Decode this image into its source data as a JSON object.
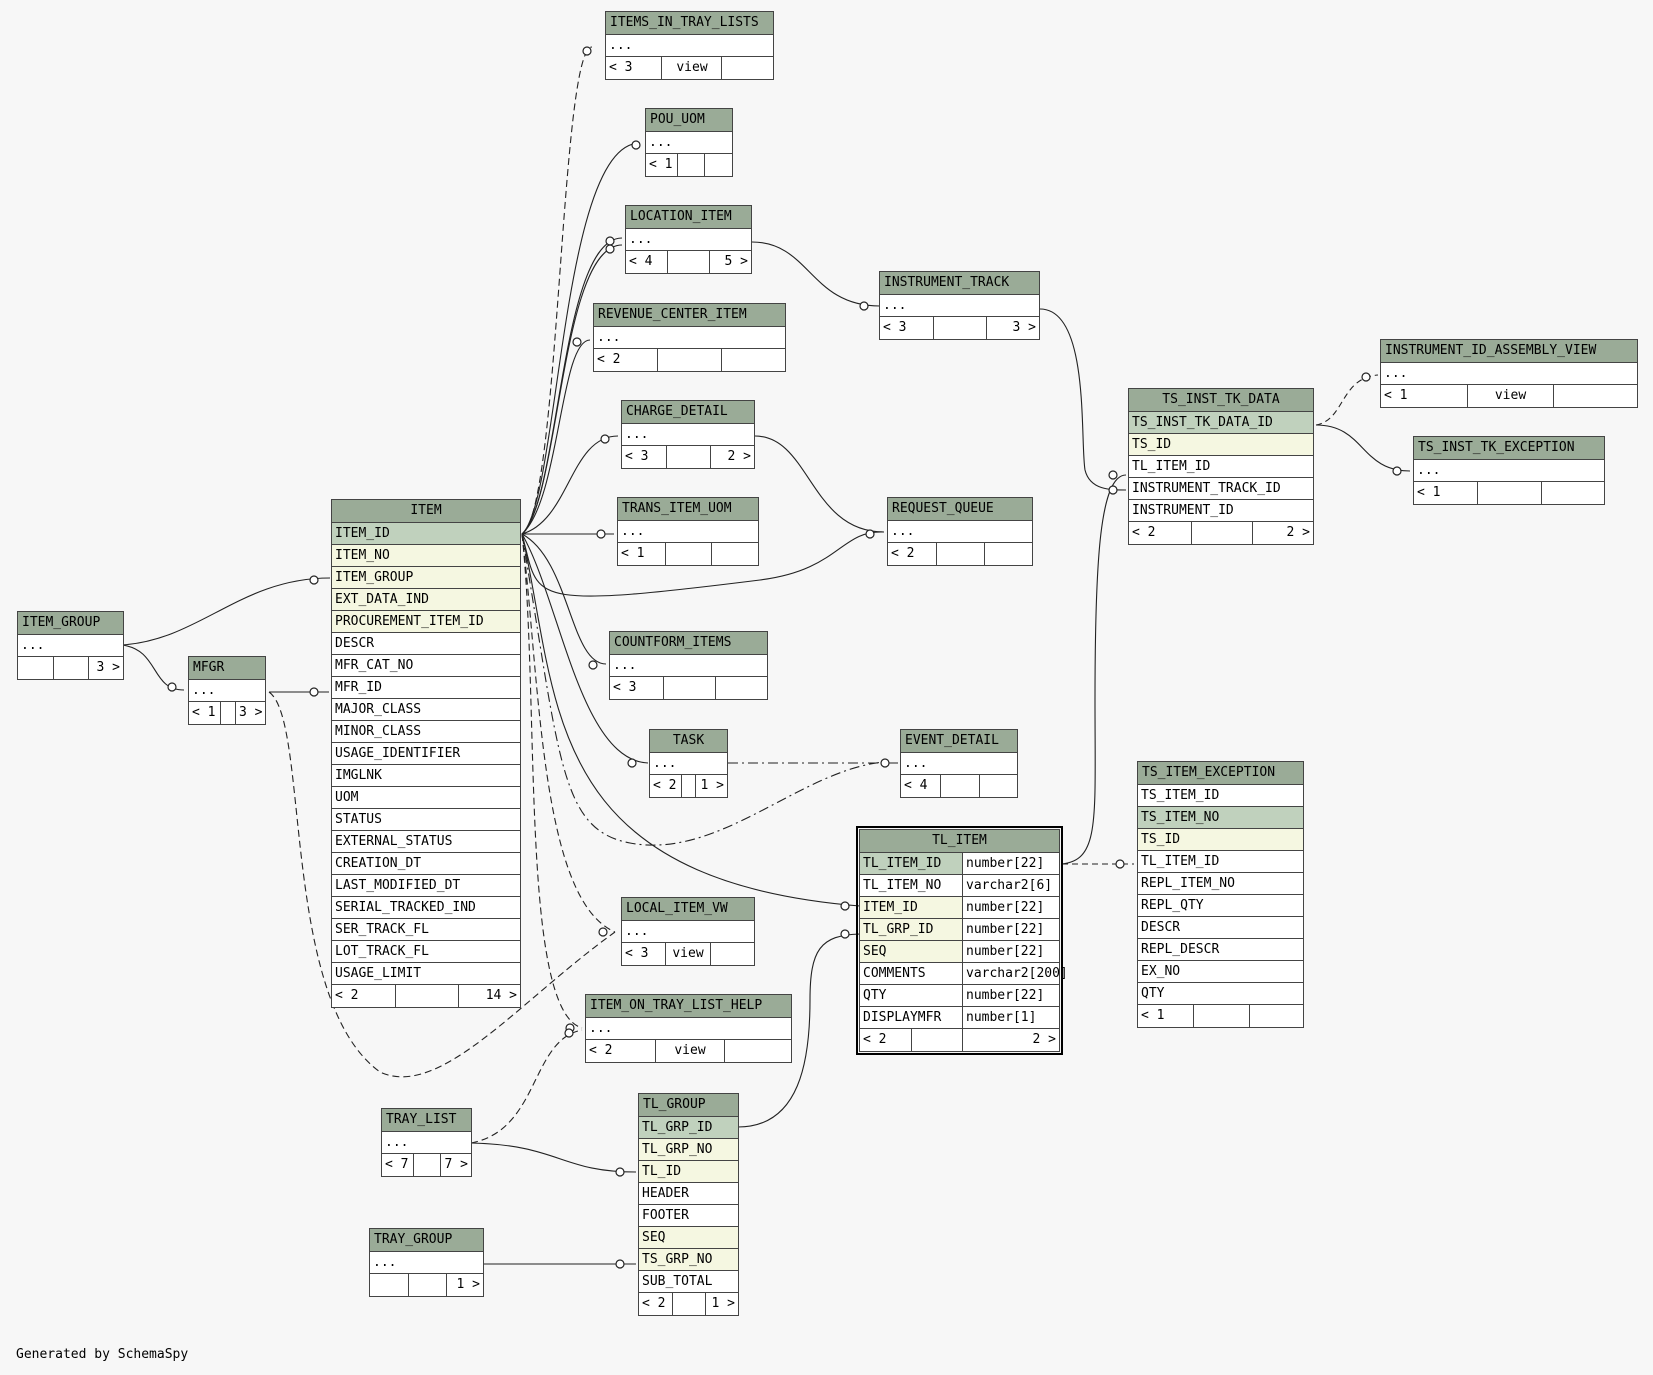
{
  "credit": "Generated by SchemaSpy",
  "tables": {
    "items_in_tray_lists": {
      "name": "ITEMS_IN_TRAY_LISTS",
      "rows": [
        "..."
      ],
      "foot": [
        "< 3",
        "view",
        ""
      ]
    },
    "pou_uom": {
      "name": "POU_UOM",
      "rows": [
        "..."
      ],
      "foot": [
        "< 1",
        "",
        ""
      ]
    },
    "location_item": {
      "name": "LOCATION_ITEM",
      "rows": [
        "..."
      ],
      "foot": [
        "< 4",
        "",
        "5 >"
      ]
    },
    "revenue_center_item": {
      "name": "REVENUE_CENTER_ITEM",
      "rows": [
        "..."
      ],
      "foot": [
        "< 2",
        "",
        ""
      ]
    },
    "charge_detail": {
      "name": "CHARGE_DETAIL",
      "rows": [
        "..."
      ],
      "foot": [
        "< 3",
        "",
        "2 >"
      ]
    },
    "trans_item_uom": {
      "name": "TRANS_ITEM_UOM",
      "rows": [
        "..."
      ],
      "foot": [
        "< 1",
        "",
        ""
      ]
    },
    "countform_items": {
      "name": "COUNTFORM_ITEMS",
      "rows": [
        "..."
      ],
      "foot": [
        "< 3",
        "",
        ""
      ]
    },
    "task": {
      "name": "TASK",
      "rows": [
        "..."
      ],
      "foot": [
        "< 2",
        "",
        "1 >"
      ]
    },
    "local_item_vw": {
      "name": "LOCAL_ITEM_VW",
      "rows": [
        "..."
      ],
      "foot": [
        "< 3",
        "view",
        ""
      ]
    },
    "item_on_tray_list_help": {
      "name": "ITEM_ON_TRAY_LIST_HELP",
      "rows": [
        "..."
      ],
      "foot": [
        "< 2",
        "view",
        ""
      ]
    },
    "instrument_track": {
      "name": "INSTRUMENT_TRACK",
      "rows": [
        "..."
      ],
      "foot": [
        "< 3",
        "",
        "3 >"
      ]
    },
    "request_queue": {
      "name": "REQUEST_QUEUE",
      "rows": [
        "..."
      ],
      "foot": [
        "< 2",
        "",
        ""
      ]
    },
    "event_detail": {
      "name": "EVENT_DETAIL",
      "rows": [
        "..."
      ],
      "foot": [
        "< 4",
        "",
        ""
      ]
    },
    "item_group": {
      "name": "ITEM_GROUP",
      "rows": [
        "..."
      ],
      "foot": [
        "",
        "",
        "3 >"
      ]
    },
    "mfgr": {
      "name": "MFGR",
      "rows": [
        "..."
      ],
      "foot": [
        "< 1",
        "",
        "3 >"
      ]
    },
    "tray_list": {
      "name": "TRAY_LIST",
      "rows": [
        "..."
      ],
      "foot": [
        "< 7",
        "",
        "7 >"
      ]
    },
    "tray_group": {
      "name": "TRAY_GROUP",
      "rows": [
        "..."
      ],
      "foot": [
        "",
        "",
        "1 >"
      ]
    },
    "instrument_id_assembly_view": {
      "name": "INSTRUMENT_ID_ASSEMBLY_VIEW",
      "rows": [
        "..."
      ],
      "foot": [
        "< 1",
        "view",
        ""
      ]
    },
    "ts_inst_tk_exception": {
      "name": "TS_INST_TK_EXCEPTION",
      "rows": [
        "..."
      ],
      "foot": [
        "< 1",
        "",
        ""
      ]
    },
    "item": {
      "name": "ITEM",
      "rows": [
        "ITEM_ID",
        "ITEM_NO",
        "ITEM_GROUP",
        "EXT_DATA_IND",
        "PROCUREMENT_ITEM_ID",
        "DESCR",
        "MFR_CAT_NO",
        "MFR_ID",
        "MAJOR_CLASS",
        "MINOR_CLASS",
        "USAGE_IDENTIFIER",
        "IMGLNK",
        "UOM",
        "STATUS",
        "EXTERNAL_STATUS",
        "CREATION_DT",
        "LAST_MODIFIED_DT",
        "SERIAL_TRACKED_IND",
        "SER_TRACK_FL",
        "LOT_TRACK_FL",
        "USAGE_LIMIT"
      ],
      "foot": [
        "< 2",
        "",
        "14 >"
      ]
    },
    "ts_inst_tk_data": {
      "name": "TS_INST_TK_DATA",
      "rows": [
        "TS_INST_TK_DATA_ID",
        "TS_ID",
        "TL_ITEM_ID",
        "INSTRUMENT_TRACK_ID",
        "INSTRUMENT_ID"
      ],
      "foot": [
        "< 2",
        "",
        "2 >"
      ]
    },
    "ts_item_exception": {
      "name": "TS_ITEM_EXCEPTION",
      "rows": [
        "TS_ITEM_ID",
        "TS_ITEM_NO",
        "TS_ID",
        "TL_ITEM_ID",
        "REPL_ITEM_NO",
        "REPL_QTY",
        "DESCR",
        "REPL_DESCR",
        "EX_NO",
        "QTY"
      ],
      "foot": [
        "< 1",
        "",
        ""
      ]
    },
    "tl_group": {
      "name": "TL_GROUP",
      "rows": [
        "TL_GRP_ID",
        "TL_GRP_NO",
        "TL_ID",
        "HEADER",
        "FOOTER",
        "SEQ",
        "TS_GRP_NO",
        "SUB_TOTAL"
      ],
      "foot": [
        "< 2",
        "",
        "1 >"
      ]
    },
    "tl_item": {
      "name": "TL_ITEM",
      "rows": [
        [
          "TL_ITEM_ID",
          "number[22]"
        ],
        [
          "TL_ITEM_NO",
          "varchar2[6]"
        ],
        [
          "ITEM_ID",
          "number[22]"
        ],
        [
          "TL_GRP_ID",
          "number[22]"
        ],
        [
          "SEQ",
          "number[22]"
        ],
        [
          "COMMENTS",
          "varchar2[200]"
        ],
        [
          "QTY",
          "number[22]"
        ],
        [
          "DISPLAYMFR",
          "number[1]"
        ]
      ],
      "foot": [
        "< 2",
        "",
        "2 >"
      ]
    }
  }
}
